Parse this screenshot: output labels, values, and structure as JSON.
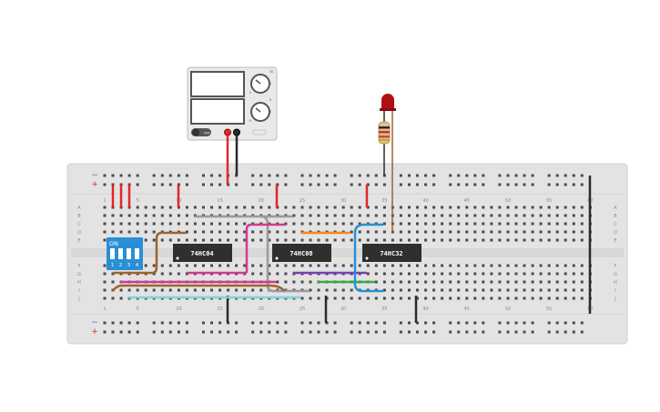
{
  "power_supply": {
    "knob_marks_top": [
      "0",
      "V",
      "30"
    ],
    "knob_marks_bottom": [
      "0",
      "A",
      "5"
    ],
    "off_label": "OFF"
  },
  "breadboard": {
    "column_numbers": [
      "1",
      "5",
      "10",
      "15",
      "20",
      "25",
      "30",
      "35",
      "40",
      "45",
      "50",
      "55",
      "60"
    ],
    "row_letters_top": [
      "A",
      "B",
      "C",
      "D",
      "E"
    ],
    "row_letters_bottom": [
      "F",
      "G",
      "H",
      "I",
      "J"
    ],
    "rail_minus": "−",
    "rail_plus": "+"
  },
  "chips": [
    {
      "label": "74HC04"
    },
    {
      "label": "74HC08"
    },
    {
      "label": "74HC32"
    }
  ],
  "dip_switch": {
    "on_label": "ON",
    "switch_numbers": [
      "1",
      "2",
      "3",
      "4"
    ]
  },
  "colors": {
    "board": "#e3e3e3",
    "wire_red": "#e3262b",
    "wire_black": "#2b2b2b",
    "wire_orange": "#f08a24",
    "wire_brown": "#a0622d",
    "wire_pink": "#d23a93",
    "wire_gray": "#9a9a9a",
    "wire_blue": "#2a8fd6",
    "wire_purple": "#7b3fb0",
    "wire_green": "#39a845",
    "wire_cyan": "#7fd3e0",
    "dip_switch": "#2a8fd6",
    "led": "#b30e14"
  }
}
